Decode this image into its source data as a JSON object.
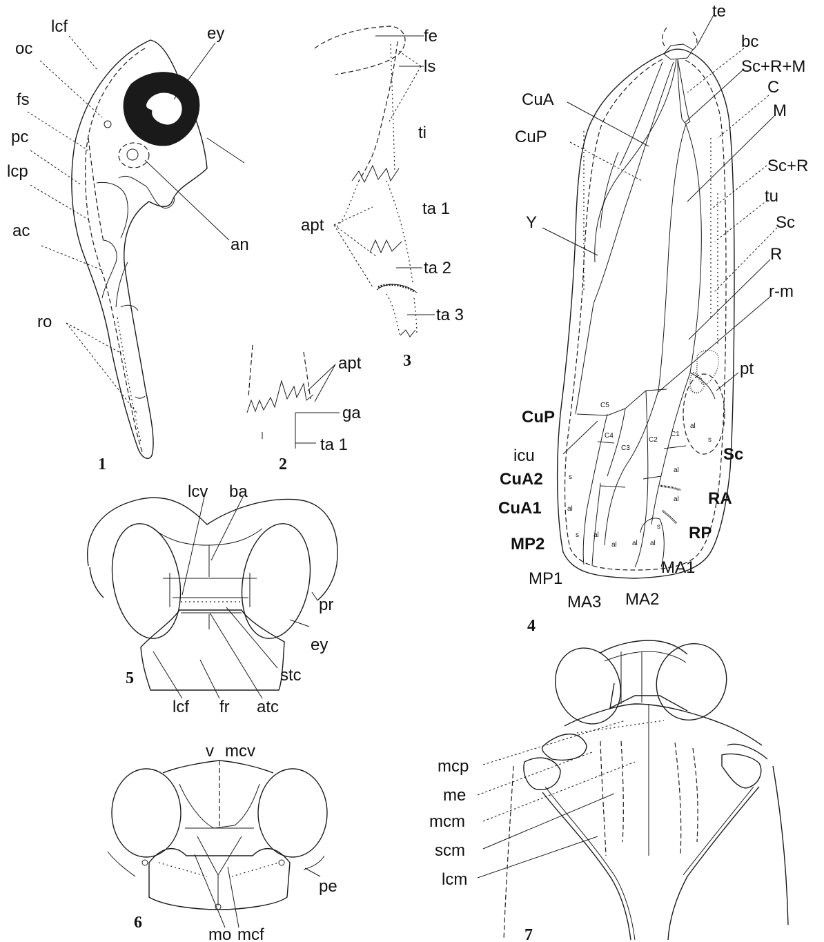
{
  "figures": [
    {
      "id": "fig1",
      "number": "1",
      "labels": [
        "lcf",
        "oc",
        "fs",
        "pc",
        "lcp",
        "ac",
        "ro",
        "ey",
        "an"
      ]
    },
    {
      "id": "fig2",
      "number": "2",
      "labels": [
        "apt",
        "ga",
        "ta 1"
      ]
    },
    {
      "id": "fig3",
      "number": "3",
      "labels": [
        "fe",
        "ls",
        "ti",
        "ta 1",
        "apt",
        "ta 2",
        "ta 3"
      ]
    },
    {
      "id": "fig4",
      "number": "4",
      "labels": [
        "te",
        "bc",
        "Sc+R+M",
        "C",
        "M",
        "CuA",
        "CuP",
        "Sc+R",
        "tu",
        "Sc",
        "Y",
        "R",
        "r-m",
        "pt",
        "CuP",
        "Sc",
        "icu",
        "CuA2",
        "RA",
        "CuA1",
        "RP",
        "MP2",
        "MA1",
        "MP1",
        "MA3",
        "MA2"
      ],
      "cell_labels": [
        "C5",
        "C4",
        "C3",
        "C2",
        "C1",
        "s",
        "al",
        "al",
        "al",
        "s",
        "al",
        "al",
        "al",
        "s",
        "al",
        "al",
        "s"
      ]
    },
    {
      "id": "fig5",
      "number": "5",
      "labels": [
        "lcv",
        "ba",
        "pr",
        "ey",
        "stc",
        "lcf",
        "fr",
        "atc"
      ]
    },
    {
      "id": "fig6",
      "number": "6",
      "labels": [
        "v",
        "mcv",
        "pe",
        "mo",
        "mcf"
      ]
    },
    {
      "id": "fig7",
      "number": "7",
      "labels": [
        "mcp",
        "me",
        "mcm",
        "scm",
        "lcm"
      ]
    }
  ]
}
